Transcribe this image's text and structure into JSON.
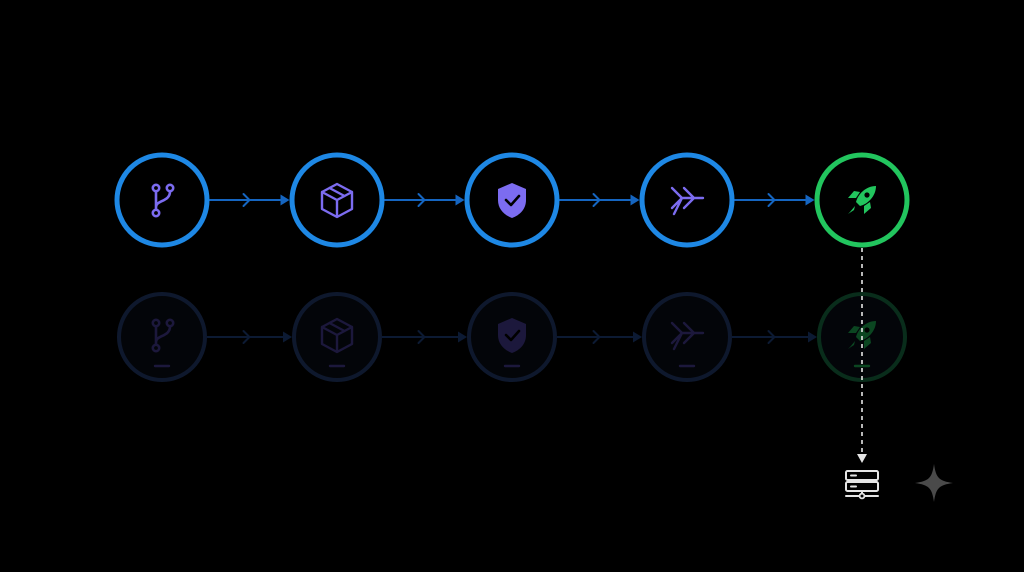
{
  "colors": {
    "background": "#000000",
    "stage_ring": "#1e88e5",
    "connector": "#1565c0",
    "icon": "#7c6cf0",
    "deploy_ring": "#22c55e",
    "deploy_icon": "#22c55e",
    "ghost_ring": "#1b2d52",
    "ghost_fill": "#070a12",
    "ghost_connector": "#17305e",
    "ghost_icon": "#342d6e",
    "ghost_deploy_ring": "#125232",
    "ghost_deploy_icon": "#15803d",
    "dashed_line": "#e5e5e5",
    "server_icon": "#e5e5e5",
    "sparkle": "#4a4a4a"
  },
  "pipeline": {
    "stages": [
      {
        "id": "source",
        "icon": "git-branch-icon",
        "state": "done"
      },
      {
        "id": "build",
        "icon": "package-box-icon",
        "state": "done"
      },
      {
        "id": "test",
        "icon": "shield-check-icon",
        "state": "done"
      },
      {
        "id": "merge",
        "icon": "merge-arrows-icon",
        "state": "done"
      },
      {
        "id": "deploy",
        "icon": "rocket-icon",
        "state": "success"
      }
    ]
  },
  "reflection": {
    "opacity": 0.55,
    "shows_dash_marker": true
  },
  "target": {
    "icon": "server-icon"
  },
  "watermark": {
    "icon": "sparkle-icon"
  }
}
